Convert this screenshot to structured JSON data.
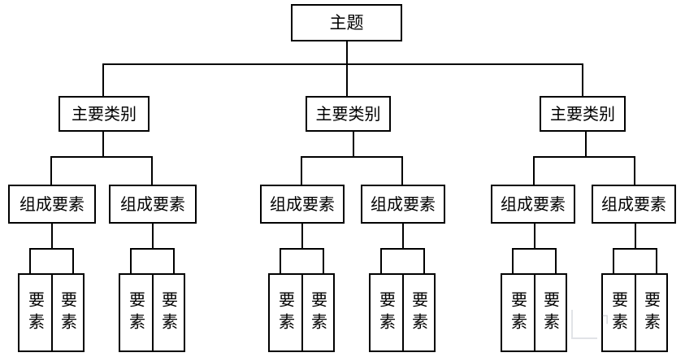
{
  "diagram": {
    "type": "tree",
    "title": "",
    "levels": 4,
    "line_color": "#000000",
    "background_color": "#ffffff",
    "root": {
      "label": "主题",
      "children": [
        {
          "label": "主要类别",
          "children": [
            {
              "label": "组成要素",
              "leaves": [
                {
                  "label": "要素"
                },
                {
                  "label": "要素"
                }
              ]
            },
            {
              "label": "组成要素",
              "leaves": [
                {
                  "label": "要素"
                },
                {
                  "label": "要素"
                }
              ]
            }
          ]
        },
        {
          "label": "主要类别",
          "children": [
            {
              "label": "组成要素",
              "leaves": [
                {
                  "label": "要素"
                },
                {
                  "label": "要素"
                }
              ]
            },
            {
              "label": "组成要素",
              "leaves": [
                {
                  "label": "要素"
                },
                {
                  "label": "要素"
                }
              ]
            }
          ]
        },
        {
          "label": "主要类别",
          "children": [
            {
              "label": "组成要素",
              "leaves": [
                {
                  "label": "要素"
                },
                {
                  "label": "要素"
                }
              ]
            },
            {
              "label": "组成要素",
              "leaves": [
                {
                  "label": "要素"
                },
                {
                  "label": "要素"
                }
              ]
            }
          ]
        }
      ]
    },
    "watermark": {
      "text": "┐"
    }
  }
}
